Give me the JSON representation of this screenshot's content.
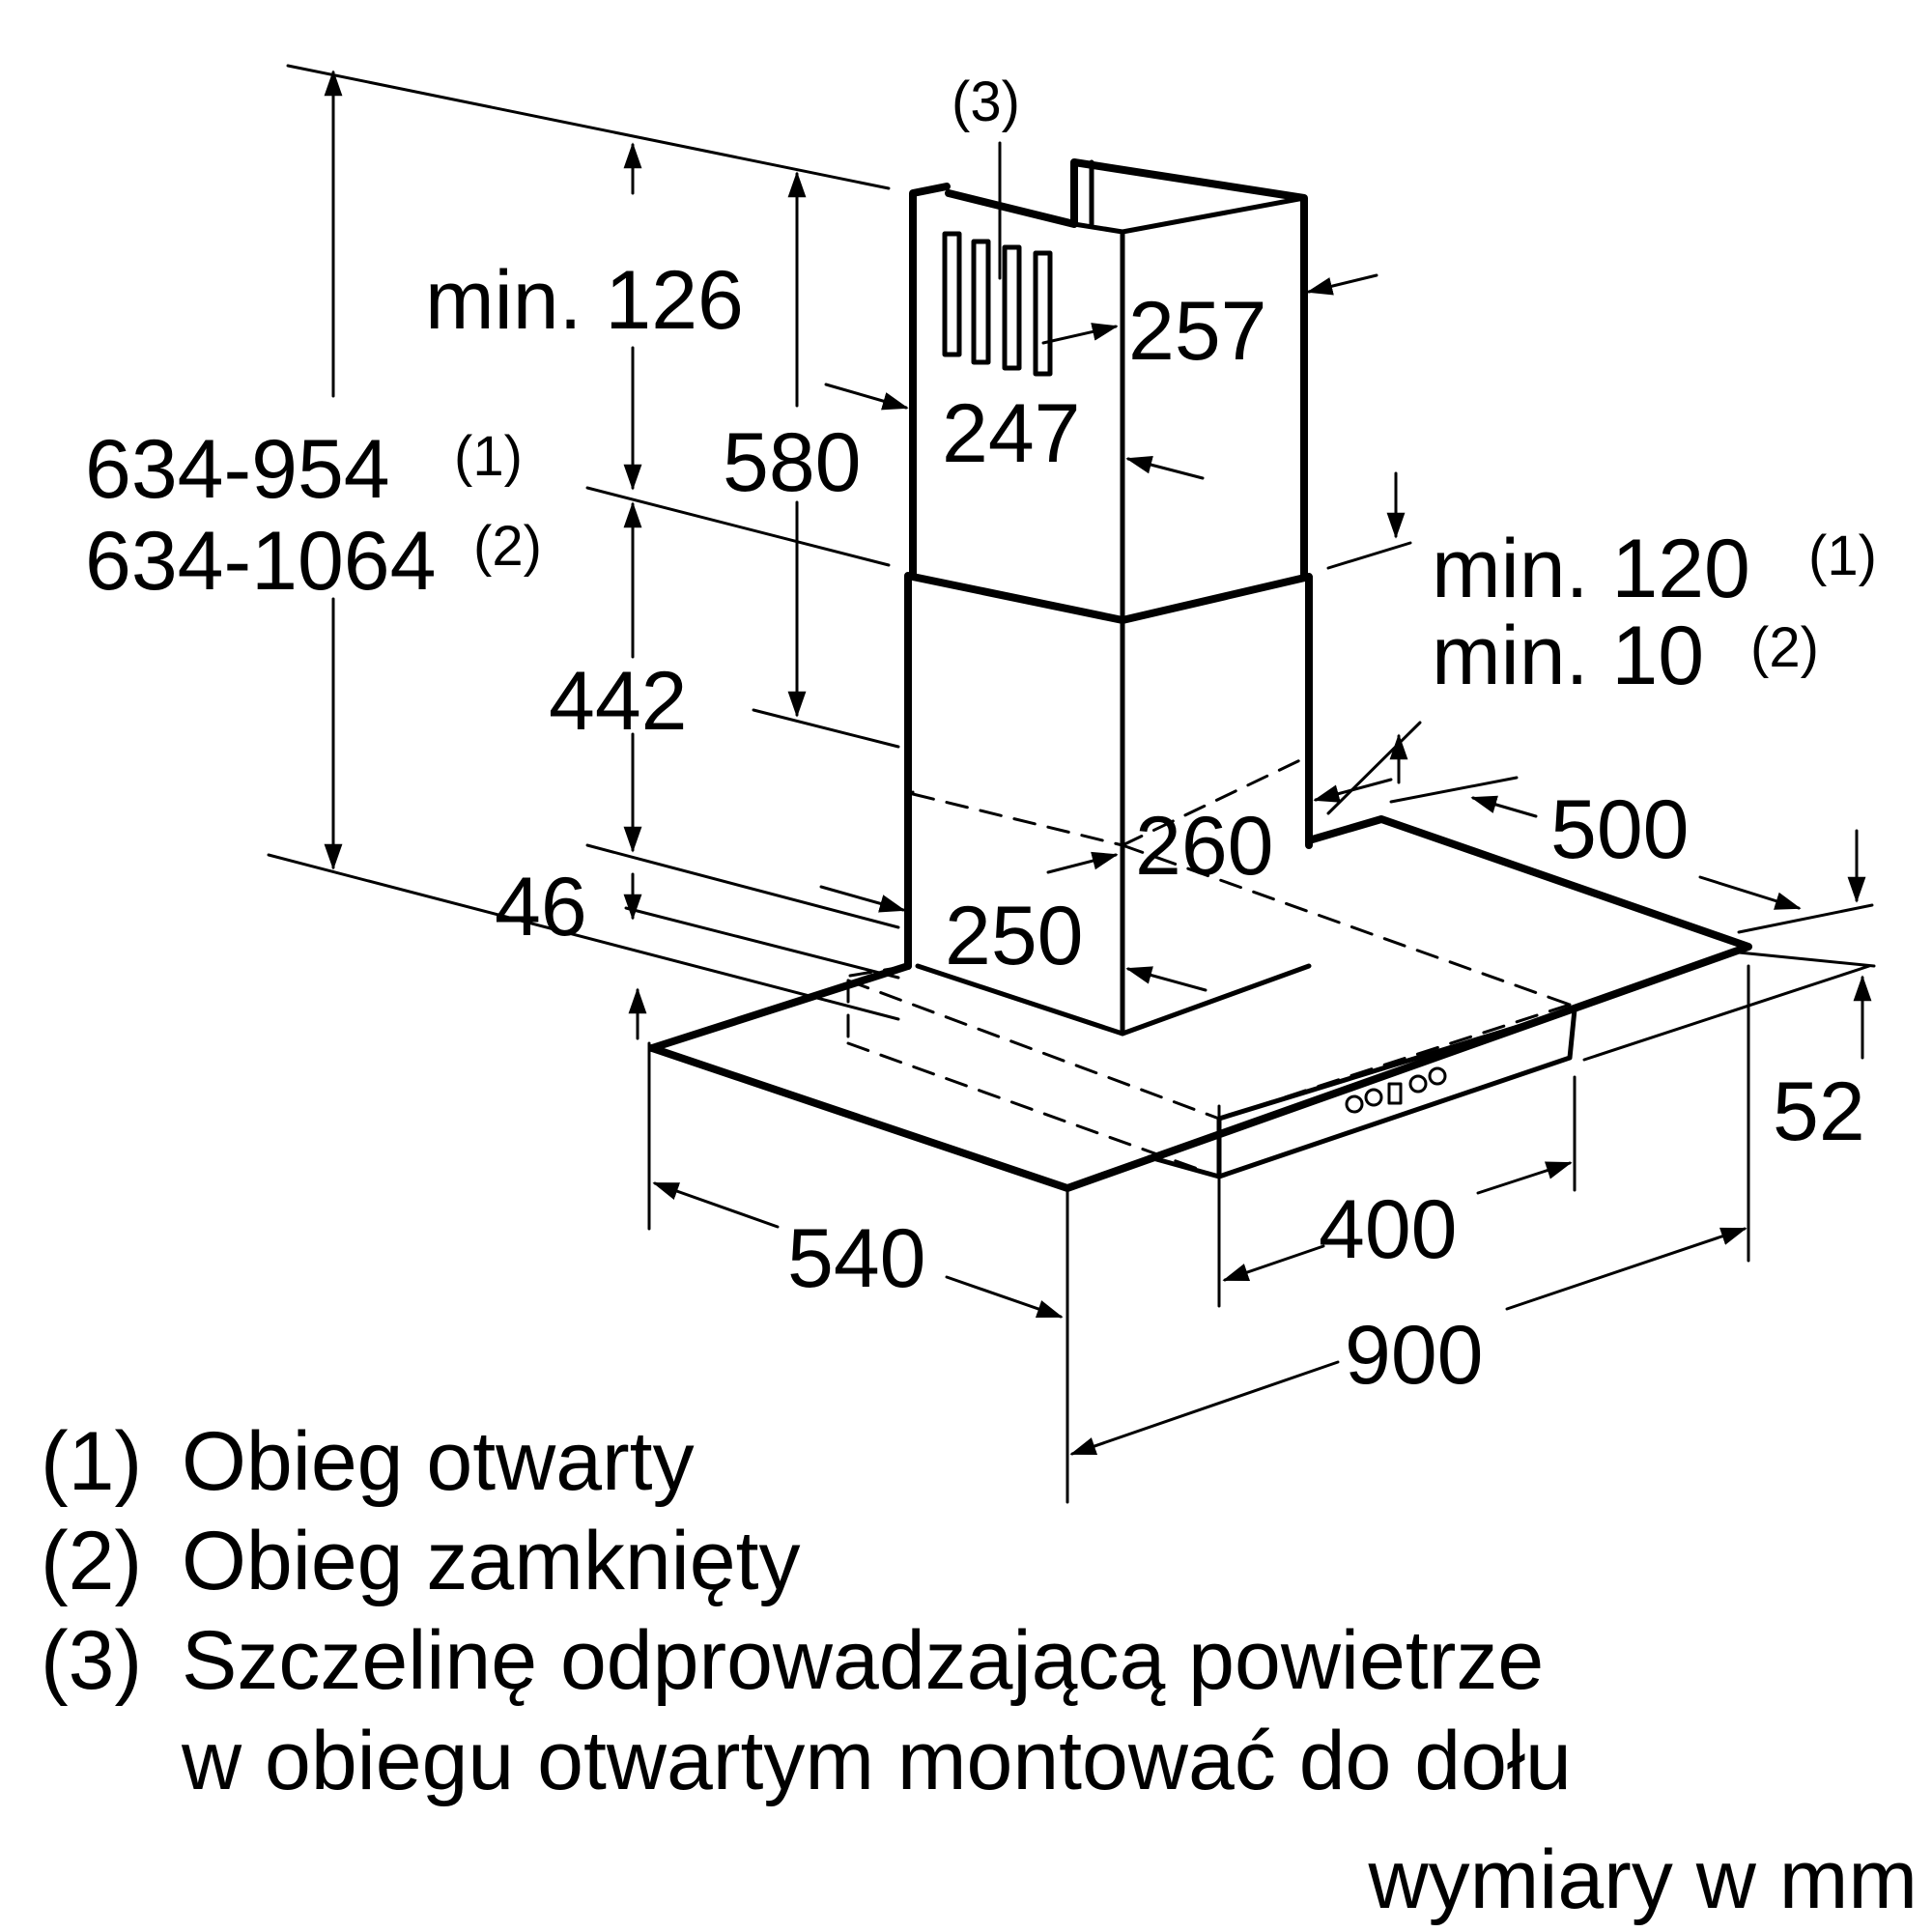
{
  "dimensions": {
    "min_126": "min. 126",
    "h_634_954": "634-954",
    "h_634_1064": "634-1064",
    "ref_1": "(1)",
    "ref_2": "(2)",
    "ref_3": "(3)",
    "d580": "580",
    "d442": "442",
    "d46": "46",
    "d257": "257",
    "d247": "247",
    "d260": "260",
    "d250": "250",
    "min_120": "min. 120",
    "min_10": "min. 10",
    "d500": "500",
    "d52": "52",
    "d540": "540",
    "d400": "400",
    "d900": "900"
  },
  "legend": {
    "item1_num": "(1)",
    "item1_text": "Obieg otwarty",
    "item2_num": "(2)",
    "item2_text": "Obieg zamknięty",
    "item3_num": "(3)",
    "item3_text_line1": "Szczelinę odprowadzającą powietrze",
    "item3_text_line2": "w obiegu otwartym montować do dołu"
  },
  "units_note": "wymiary w mm"
}
